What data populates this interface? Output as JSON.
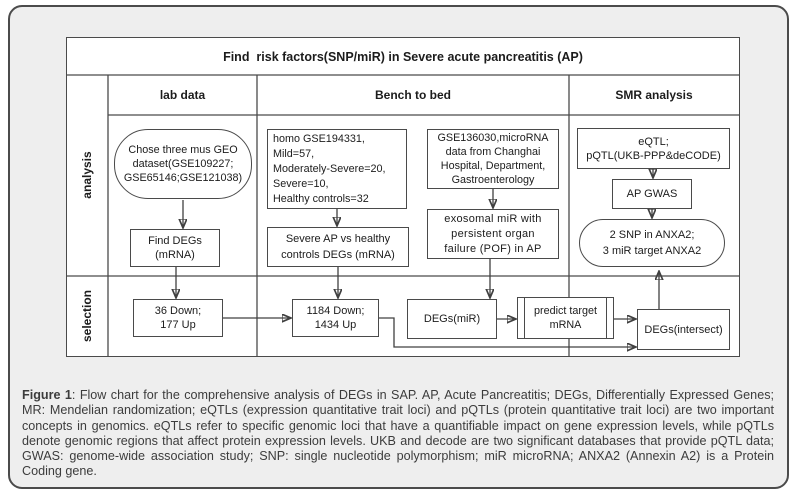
{
  "figure": {
    "title": "Find  risk factors(SNP/miR) in Severe acute pancreatitis (AP)",
    "column_headers": {
      "lab_data": "lab data",
      "bench_to_bed": "Bench to bed",
      "smr_analysis": "SMR analysis"
    },
    "row_labels": {
      "analysis": "analysis",
      "selection": "selection"
    },
    "nodes": {
      "geo_dataset": "Chose three mus GEO\ndataset(GSE109227;\nGSE65146;GSE121038)",
      "find_degs": "Find DEGs\n(mRNA)",
      "down36": "36 Down;\n177 Up",
      "homo_cohort": "homo GSE194331,\nMild=57,\nModerately-Severe=20,\nSevere=10,\nHealthy controls=32",
      "severe_vs_healthy": "Severe AP vs healthy\ncontrols DEGs (mRNA)",
      "down1184": "1184 Down;\n1434 Up",
      "gse136030": "GSE136030,microRNA\ndata from Changhai\nHospital, Department,\nGastroenterology",
      "exosomal": "exosomal miR with\npersistent organ\nfailure (POF) in AP",
      "degs_mir": "DEGs(miR)",
      "predict_target": "predict target\nmRNA",
      "degs_intersect": "DEGs(intersect)",
      "eqtl": "eQTL;\npQTL(UKB-PPP&deCODE)",
      "ap_gwas": "AP GWAS",
      "snp_anxa2": "2 SNP in ANXA2;\n3 miR target ANXA2"
    }
  },
  "caption": {
    "label": "Figure 1",
    "separator": ": ",
    "body": "Flow chart for the comprehensive analysis of DEGs in SAP. AP, Acute Pancreatitis; DEGs, Differentially Expressed Genes; MR: Mendelian randomization; eQTLs (expression quantitative trait loci) and pQTLs (protein quantitative trait loci) are two important concepts in genomics. eQTLs refer to specific genomic loci that have a quantifiable impact on gene expression levels, while pQTLs denote genomic regions that affect protein expression levels. UKB and decode are two significant databases that provide pQTL data; GWAS: genome-wide association study; SNP: single nucleotide polymorphism; miR microRNA; ANXA2 (Annexin A2) is a Protein Coding gene."
  },
  "colors": {
    "panel_background": "#eeeeee",
    "panel_border": "#4b4b4b",
    "node_background": "#ffffff",
    "line": "#404040",
    "text": "#1c1c1c",
    "caption_text": "#3c3c3c"
  }
}
